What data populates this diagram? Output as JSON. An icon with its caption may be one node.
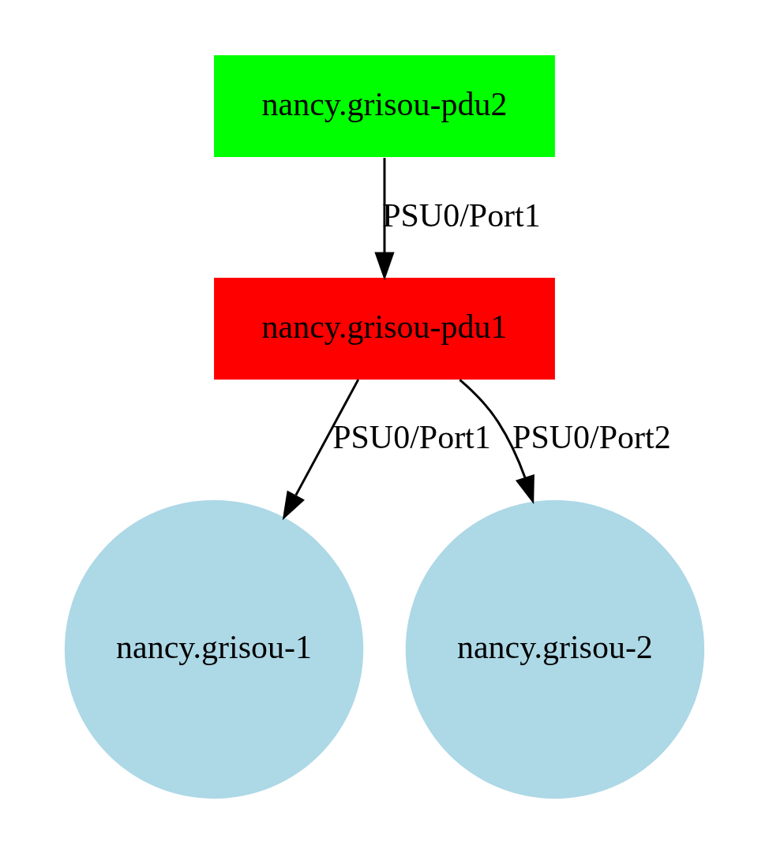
{
  "diagram": {
    "nodes": [
      {
        "text": [
          "nancy.grisou-pdu2"
        ]
      },
      {
        "text": [
          "nancy.grisou-pdu1"
        ]
      },
      {
        "text": [
          "nancy.grisou-1"
        ]
      },
      {
        "text": [
          "nancy.grisou-2"
        ]
      }
    ],
    "edges": [
      {
        "from": 0,
        "to": 1,
        "arrow": "to",
        "label": "PSU0/Port1"
      },
      {
        "from": 1,
        "to": 2,
        "arrow": "to",
        "label": "PSU0/Port1"
      },
      {
        "from": 1,
        "to": 3,
        "arrow": "to",
        "label": "PSU0/Port2"
      }
    ]
  }
}
